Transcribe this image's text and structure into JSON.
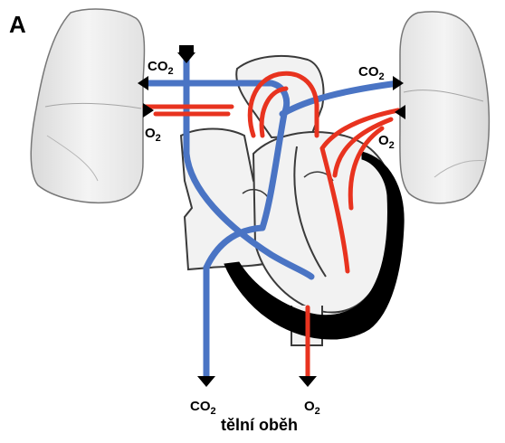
{
  "panel": {
    "letter": "A",
    "caption": "tělní oběh"
  },
  "labels": {
    "left_lung_co2": {
      "main": "CO",
      "sub": "2"
    },
    "left_lung_o2": {
      "main": "O",
      "sub": "2"
    },
    "right_lung_co2": {
      "main": "CO",
      "sub": "2"
    },
    "right_lung_o2": {
      "main": "O",
      "sub": "2"
    },
    "body_co2": {
      "main": "CO",
      "sub": "2"
    },
    "body_o2": {
      "main": "O",
      "sub": "2"
    }
  },
  "colors": {
    "deoxygenated": "#4a74c4",
    "oxygenated": "#e8331f",
    "lung_fill": "#eeeeee",
    "heart_wall": "#000000",
    "heart_fill": "#f2f2f2"
  }
}
